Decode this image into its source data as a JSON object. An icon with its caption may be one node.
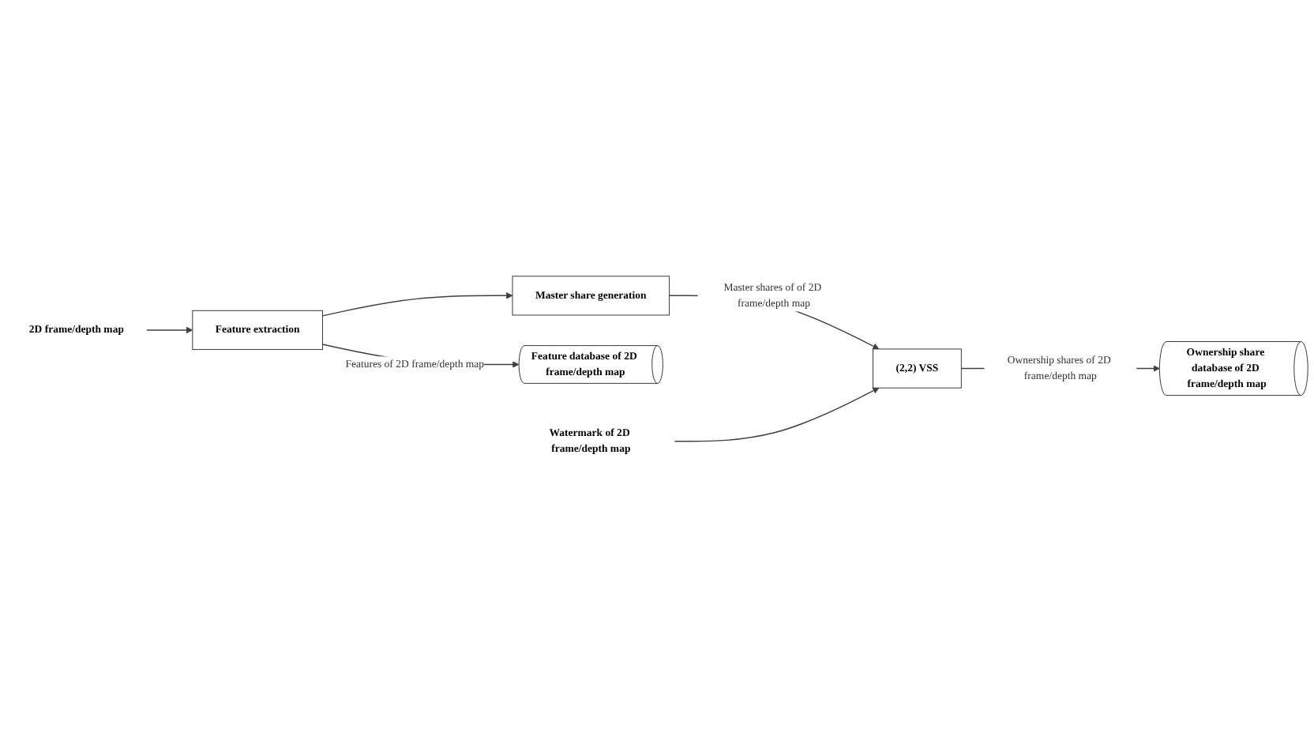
{
  "diagram": {
    "nodes": [
      {
        "text": [
          "2D frame/depth map"
        ]
      },
      {
        "text": [
          "Feature extraction"
        ]
      },
      {
        "text": [
          "Master share generation"
        ]
      },
      {
        "text": [
          "Feature database of 2D frame/depth map"
        ]
      },
      {
        "text": [
          "Watermark of 2D frame/depth map"
        ]
      },
      {
        "text": [
          "(2,2) VSS"
        ]
      },
      {
        "text": [
          "Ownership share database of 2D frame/depth map"
        ]
      }
    ],
    "edges": [
      {
        "from": 0,
        "to": 1,
        "arrow": "to"
      },
      {
        "from": 1,
        "to": 2,
        "arrow": "to"
      },
      {
        "from": 1,
        "to": 3,
        "arrow": "to",
        "label": "Features of 2D frame/depth map"
      },
      {
        "from": 2,
        "to": 5,
        "arrow": "to",
        "label": "Master shares of of 2D frame/depth map"
      },
      {
        "from": 4,
        "to": 5,
        "arrow": "to"
      },
      {
        "from": 5,
        "to": 6,
        "arrow": "to",
        "label": "Ownership shares of 2D frame/depth map"
      }
    ]
  }
}
